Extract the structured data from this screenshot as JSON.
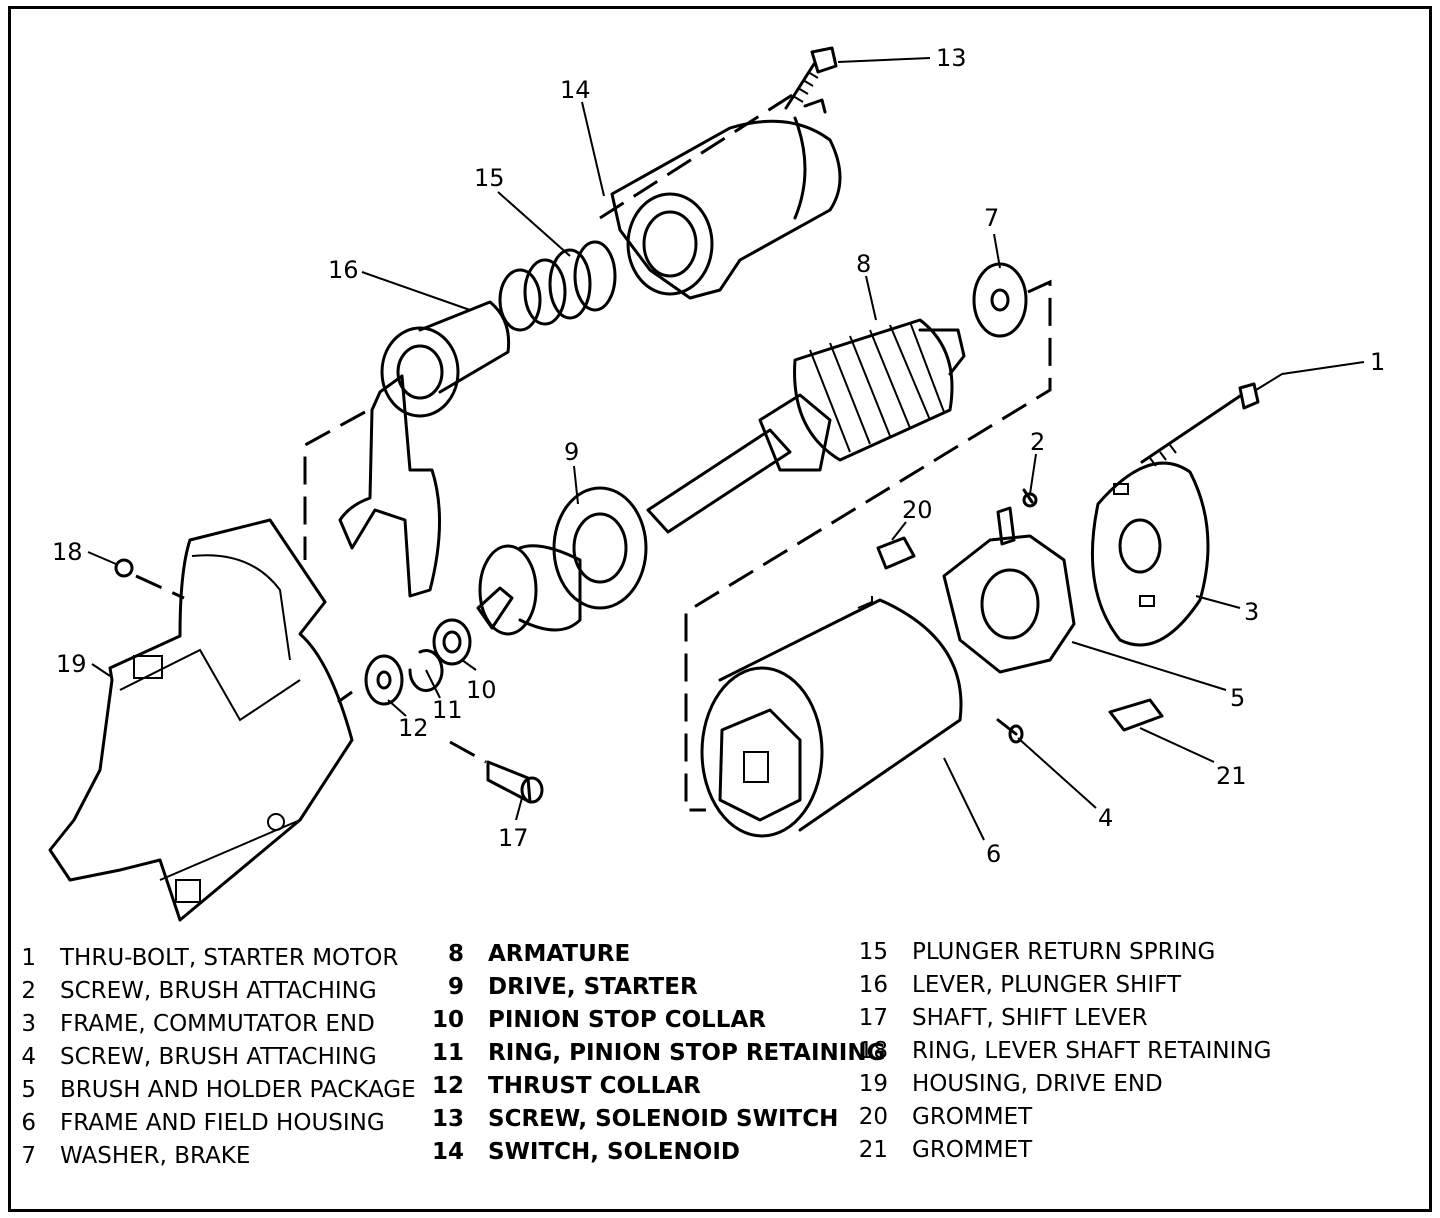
{
  "callouts": {
    "c1": "1",
    "c2": "2",
    "c3": "3",
    "c4": "4",
    "c5": "5",
    "c6": "6",
    "c7": "7",
    "c8": "8",
    "c9": "9",
    "c10": "10",
    "c11": "11",
    "c12": "12",
    "c13": "13",
    "c14": "14",
    "c15": "15",
    "c16": "16",
    "c17": "17",
    "c18": "18",
    "c19": "19",
    "c20": "20",
    "c21": "21"
  },
  "legend": {
    "col1": [
      {
        "num": "1",
        "label": "THRU-BOLT, STARTER MOTOR"
      },
      {
        "num": "2",
        "label": "SCREW, BRUSH ATTACHING"
      },
      {
        "num": "3",
        "label": "FRAME, COMMUTATOR END"
      },
      {
        "num": "4",
        "label": "SCREW, BRUSH ATTACHING"
      },
      {
        "num": "5",
        "label": "BRUSH AND HOLDER PACKAGE"
      },
      {
        "num": "6",
        "label": "FRAME AND FIELD HOUSING"
      },
      {
        "num": "7",
        "label": "WASHER, BRAKE"
      }
    ],
    "col2": [
      {
        "num": "8",
        "label": "ARMATURE"
      },
      {
        "num": "9",
        "label": "DRIVE, STARTER"
      },
      {
        "num": "10",
        "label": "PINION STOP COLLAR"
      },
      {
        "num": "11",
        "label": "RING, PINION STOP RETAINING"
      },
      {
        "num": "12",
        "label": "THRUST COLLAR"
      },
      {
        "num": "13",
        "label": "SCREW, SOLENOID SWITCH"
      },
      {
        "num": "14",
        "label": "SWITCH, SOLENOID"
      }
    ],
    "col3": [
      {
        "num": "15",
        "label": "PLUNGER RETURN SPRING"
      },
      {
        "num": "16",
        "label": "LEVER, PLUNGER SHIFT"
      },
      {
        "num": "17",
        "label": "SHAFT, SHIFT LEVER"
      },
      {
        "num": "18",
        "label": "RING, LEVER SHAFT RETAINING"
      },
      {
        "num": "19",
        "label": "HOUSING, DRIVE END"
      },
      {
        "num": "20",
        "label": "GROMMET"
      },
      {
        "num": "21",
        "label": "GROMMET"
      }
    ]
  }
}
